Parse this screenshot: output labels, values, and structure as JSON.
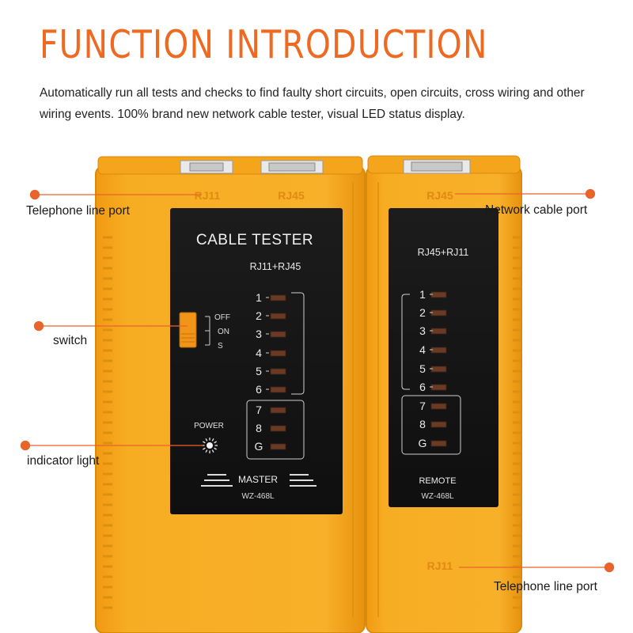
{
  "title": "FUNCTION INTRODUCTION",
  "description": "Automatically run all tests and checks to find faulty short circuits, open circuits, cross wiring and other wiring events. 100% brand new network cable tester, visual LED status display.",
  "callouts": {
    "telephone_port_left": "Telephone line port",
    "switch": "switch",
    "indicator_light": "indicator light",
    "network_port": "Network cable port",
    "telephone_port_right": "Telephone line port"
  },
  "master": {
    "port_rj11": "RJ11",
    "port_rj45": "RJ45",
    "heading": "CABLE TESTER",
    "subheading": "RJ11+RJ45",
    "switch_positions": [
      "OFF",
      "ON",
      "S"
    ],
    "power_label": "POWER",
    "pins": [
      "1",
      "2",
      "3",
      "4",
      "5",
      "6",
      "7",
      "8",
      "G"
    ],
    "footer_name": "MASTER",
    "footer_model": "WZ-468L"
  },
  "remote": {
    "port_rj45": "RJ45",
    "port_rj11": "RJ11",
    "heading": "RJ45+RJ11",
    "pins": [
      "1",
      "2",
      "3",
      "4",
      "5",
      "6",
      "7",
      "8",
      "G"
    ],
    "footer_name": "REMOTE",
    "footer_model": "WZ-468L"
  },
  "colors": {
    "accent": "#ee6a22",
    "body": "#f6a81c",
    "panel": "#161616",
    "led": "#6a3a22"
  }
}
